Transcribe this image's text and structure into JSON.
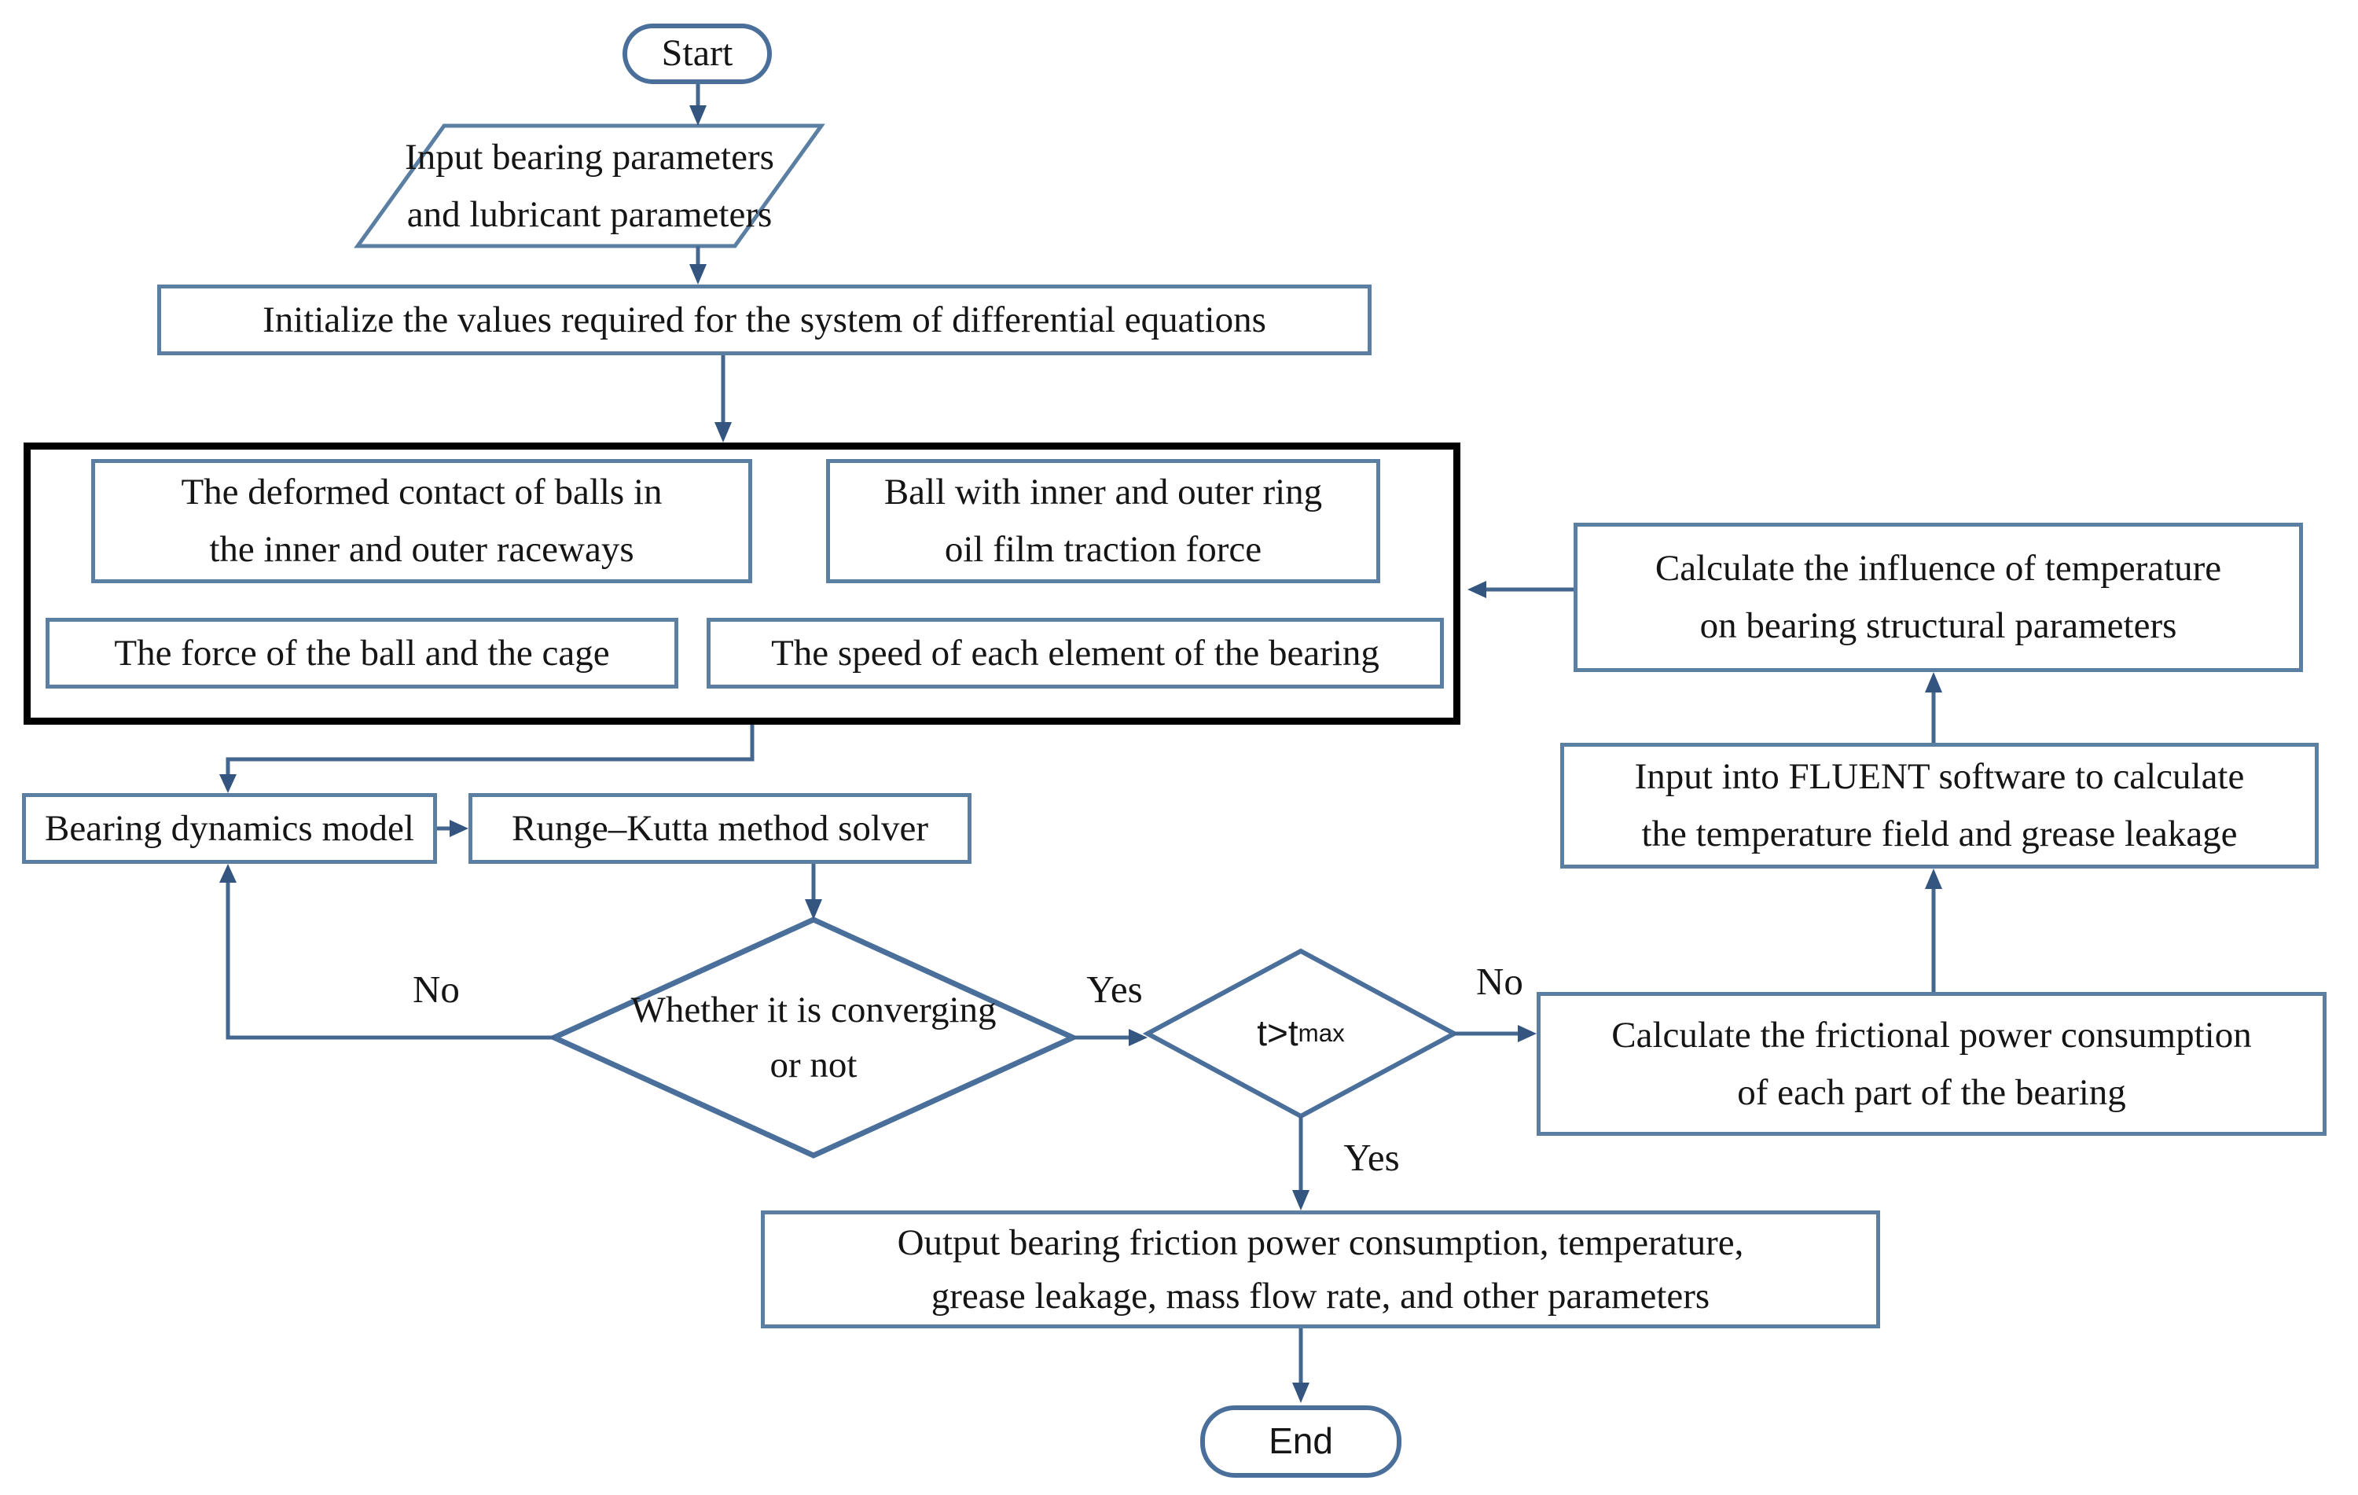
{
  "flowchart": {
    "colors": {
      "box_border": "#5b7fa3",
      "connector": "#44678f",
      "container_border": "#000000",
      "text": "#151515",
      "background": "#ffffff"
    },
    "nodes": {
      "start": {
        "label": "Start"
      },
      "input_params": {
        "lines": [
          "Input bearing parameters",
          "and lubricant parameters"
        ]
      },
      "initialize": {
        "lines": [
          "Initialize the values required for the system of differential equations"
        ]
      },
      "deformed_contact": {
        "lines": [
          "The deformed contact of balls in",
          "the inner and outer raceways"
        ]
      },
      "oil_film_traction": {
        "lines": [
          "Ball with inner and outer ring",
          "oil film traction force"
        ]
      },
      "ball_cage_force": {
        "lines": [
          "The force of the ball and the cage"
        ]
      },
      "element_speed": {
        "lines": [
          "The speed of each element of the bearing"
        ]
      },
      "bearing_model": {
        "lines": [
          "Bearing dynamics model"
        ]
      },
      "runge_kutta": {
        "lines": [
          "Runge–Kutta method solver"
        ]
      },
      "converging_decision": {
        "lines": [
          "Whether it is converging",
          "or not"
        ]
      },
      "time_decision": {
        "base": "t>t",
        "sub": "max"
      },
      "frictional_power": {
        "lines": [
          "Calculate the frictional power consumption",
          "of each part of the bearing"
        ]
      },
      "fluent_input": {
        "lines": [
          "Input into FLUENT software to calculate",
          "the temperature field and grease leakage"
        ]
      },
      "temperature_influence": {
        "lines": [
          "Calculate the influence of temperature",
          "on bearing structural parameters"
        ]
      },
      "output_results": {
        "lines": [
          "Output bearing friction power consumption, temperature,",
          "grease leakage, mass flow rate, and other parameters"
        ]
      },
      "end": {
        "label": "End"
      }
    },
    "edge_labels": {
      "converging_no": "No",
      "converging_yes": "Yes",
      "time_no": "No",
      "time_yes": "Yes"
    }
  }
}
